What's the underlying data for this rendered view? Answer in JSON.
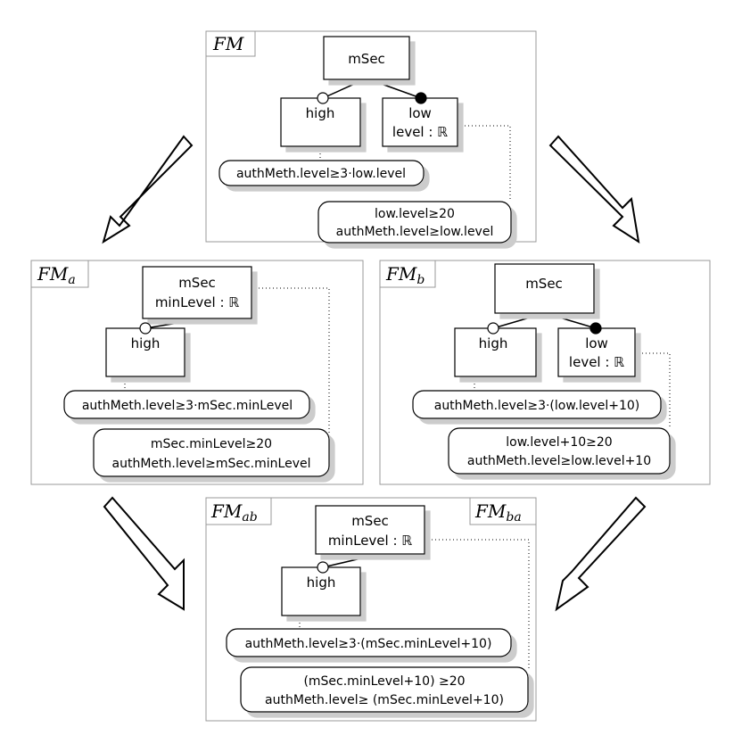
{
  "panels": {
    "fm": {
      "label": "FM",
      "label_sub": "",
      "root": {
        "name": "mSec"
      },
      "high": {
        "name": "high"
      },
      "low": {
        "name": "low",
        "attribute": "level : ℝ"
      },
      "constraint_high": "authMeth.level≥3·low.level",
      "constraint_root": [
        "low.level≥20",
        "authMeth.level≥low.level"
      ]
    },
    "fma": {
      "label": "FM",
      "label_sub": "a",
      "root": {
        "name": "mSec",
        "attribute": "minLevel : ℝ"
      },
      "high": {
        "name": "high"
      },
      "constraint_high": "authMeth.level≥3·mSec.minLevel",
      "constraint_root": [
        "mSec.minLevel≥20",
        "authMeth.level≥mSec.minLevel"
      ]
    },
    "fmb": {
      "label": "FM",
      "label_sub": "b",
      "root": {
        "name": "mSec"
      },
      "high": {
        "name": "high"
      },
      "low": {
        "name": "low",
        "attribute": "level : ℝ"
      },
      "constraint_high": "authMeth.level≥3·(low.level+10)",
      "constraint_root": [
        "low.level+10≥20",
        "authMeth.level≥low.level+10"
      ]
    },
    "fmab": {
      "label": "FM",
      "label_sub": "ab",
      "label2": "FM",
      "label2_sub": "ba",
      "root": {
        "name": "mSec",
        "attribute": "minLevel : ℝ"
      },
      "high": {
        "name": "high"
      },
      "constraint_high": "authMeth.level≥3·(mSec.minLevel+10)",
      "constraint_root": [
        "(mSec.minLevel+10) ≥20",
        "authMeth.level≥ (mSec.minLevel+10)"
      ]
    }
  },
  "colors": {
    "stroke": "#000000",
    "panel_border": "#999999",
    "shadow": "#cccccc",
    "fill": "#ffffff"
  },
  "icons": {
    "arrows": "hollow-double-arrow",
    "optional": "hollow-circle",
    "mandatory": "filled-circle"
  }
}
